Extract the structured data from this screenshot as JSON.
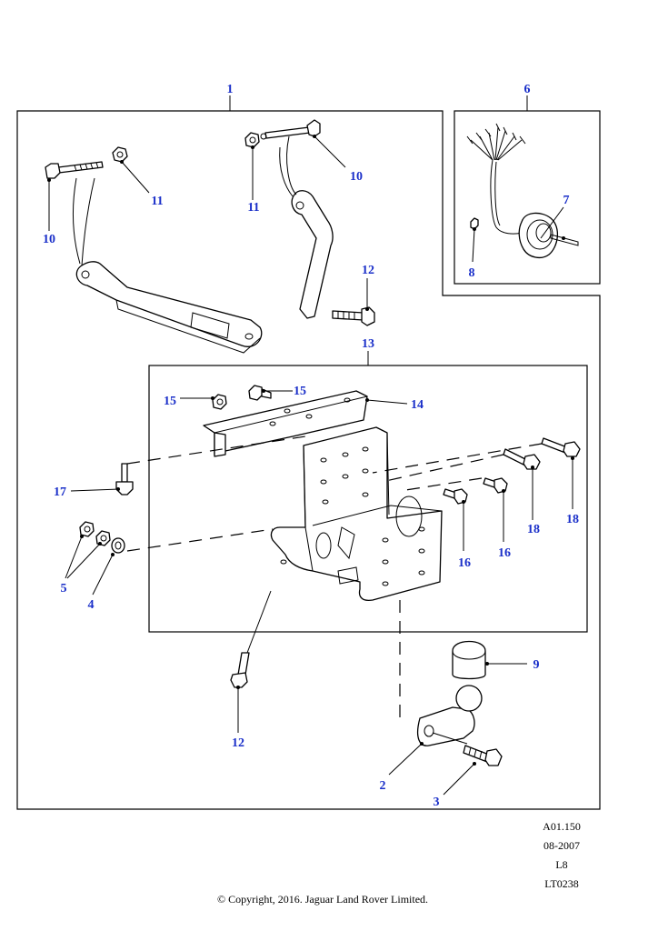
{
  "callouts": {
    "c1": "1",
    "c2": "2",
    "c3": "3",
    "c4": "4",
    "c5": "5",
    "c6": "6",
    "c7": "7",
    "c8": "8",
    "c9": "9",
    "c10a": "10",
    "c10b": "10",
    "c11a": "11",
    "c11b": "11",
    "c12a": "12",
    "c12b": "12",
    "c13": "13",
    "c14": "14",
    "c15a": "15",
    "c15b": "15",
    "c16a": "16",
    "c16b": "16",
    "c17": "17",
    "c18a": "18",
    "c18b": "18"
  },
  "reference": {
    "code": "A01.150",
    "date": "08-2007",
    "level": "L8",
    "illustration": "LT0238"
  },
  "copyright": "© Copyright, 2016. Jaguar Land Rover Limited."
}
